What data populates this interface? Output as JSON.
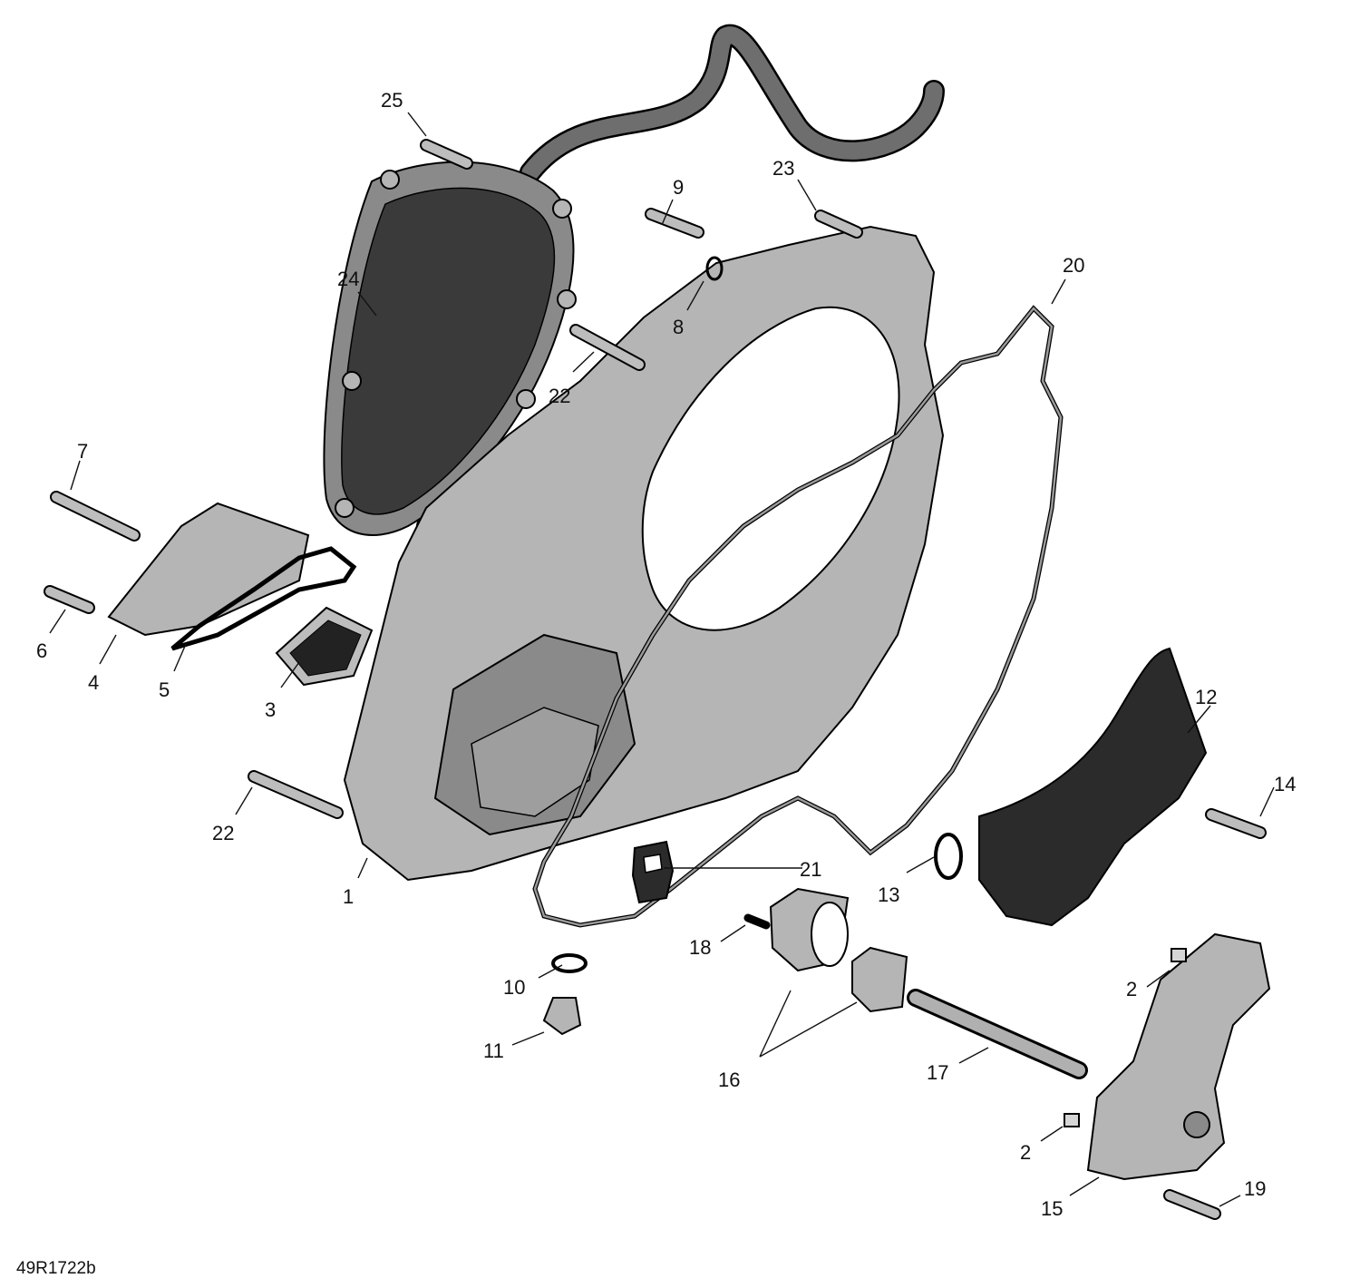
{
  "callouts": [
    "1",
    "2",
    "2",
    "3",
    "4",
    "5",
    "6",
    "7",
    "8",
    "9",
    "10",
    "11",
    "12",
    "13",
    "14",
    "15",
    "16",
    "17",
    "18",
    "19",
    "20",
    "21",
    "22",
    "22",
    "23",
    "24",
    "25"
  ],
  "reference_code": "49R1722b"
}
